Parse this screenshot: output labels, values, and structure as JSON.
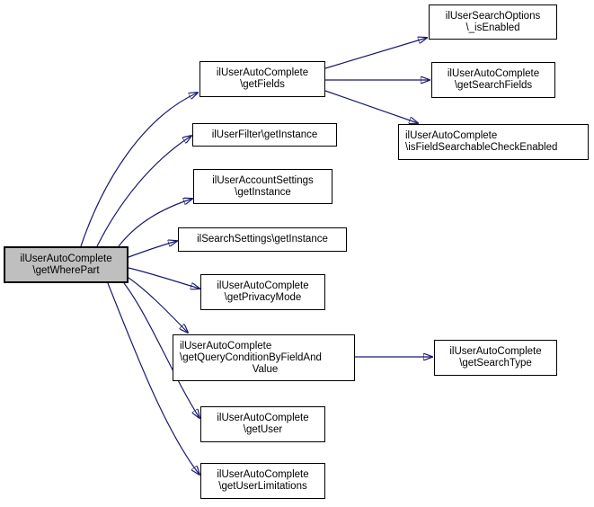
{
  "diagram": {
    "type": "call-graph",
    "colors": {
      "edge": "#191970",
      "node_border": "#000000",
      "node_fill": "#ffffff",
      "highlighted_node_fill": "#bfbfbf",
      "background": "#ffffff"
    },
    "nodes": {
      "getWherePart": {
        "lines": [
          "ilUserAutoComplete",
          "\\getWherePart"
        ],
        "highlighted": true
      },
      "getFields": {
        "lines": [
          "ilUserAutoComplete",
          "\\getFields"
        ]
      },
      "userFilterGetInstance": {
        "lines": [
          "ilUserFilter\\getInstance"
        ]
      },
      "userAccountSettingsGetInstance": {
        "lines": [
          "ilUserAccountSettings",
          "\\getInstance"
        ]
      },
      "searchSettingsGetInstance": {
        "lines": [
          "ilSearchSettings\\getInstance"
        ]
      },
      "getPrivacyMode": {
        "lines": [
          "ilUserAutoComplete",
          "\\getPrivacyMode"
        ]
      },
      "getQueryConditionByFieldAndValue": {
        "lines": [
          "ilUserAutoComplete",
          "\\getQueryConditionByFieldAnd",
          "Value"
        ]
      },
      "getUser": {
        "lines": [
          "ilUserAutoComplete",
          "\\getUser"
        ]
      },
      "getUserLimitations": {
        "lines": [
          "ilUserAutoComplete",
          "\\getUserLimitations"
        ]
      },
      "isEnabled": {
        "lines": [
          "ilUserSearchOptions",
          "\\_isEnabled"
        ]
      },
      "getSearchFields": {
        "lines": [
          "ilUserAutoComplete",
          "\\getSearchFields"
        ]
      },
      "isFieldSearchableCheckEnabled": {
        "lines": [
          "ilUserAutoComplete",
          "\\isFieldSearchableCheckEnabled"
        ]
      },
      "getSearchType": {
        "lines": [
          "ilUserAutoComplete",
          "\\getSearchType"
        ]
      }
    },
    "edges": [
      {
        "from": "getWherePart",
        "to": "getFields"
      },
      {
        "from": "getWherePart",
        "to": "userFilterGetInstance"
      },
      {
        "from": "getWherePart",
        "to": "userAccountSettingsGetInstance"
      },
      {
        "from": "getWherePart",
        "to": "searchSettingsGetInstance"
      },
      {
        "from": "getWherePart",
        "to": "getPrivacyMode"
      },
      {
        "from": "getWherePart",
        "to": "getQueryConditionByFieldAndValue"
      },
      {
        "from": "getWherePart",
        "to": "getUser"
      },
      {
        "from": "getWherePart",
        "to": "getUserLimitations"
      },
      {
        "from": "getFields",
        "to": "isEnabled"
      },
      {
        "from": "getFields",
        "to": "getSearchFields"
      },
      {
        "from": "getFields",
        "to": "isFieldSearchableCheckEnabled"
      },
      {
        "from": "getQueryConditionByFieldAndValue",
        "to": "getSearchType"
      }
    ]
  }
}
